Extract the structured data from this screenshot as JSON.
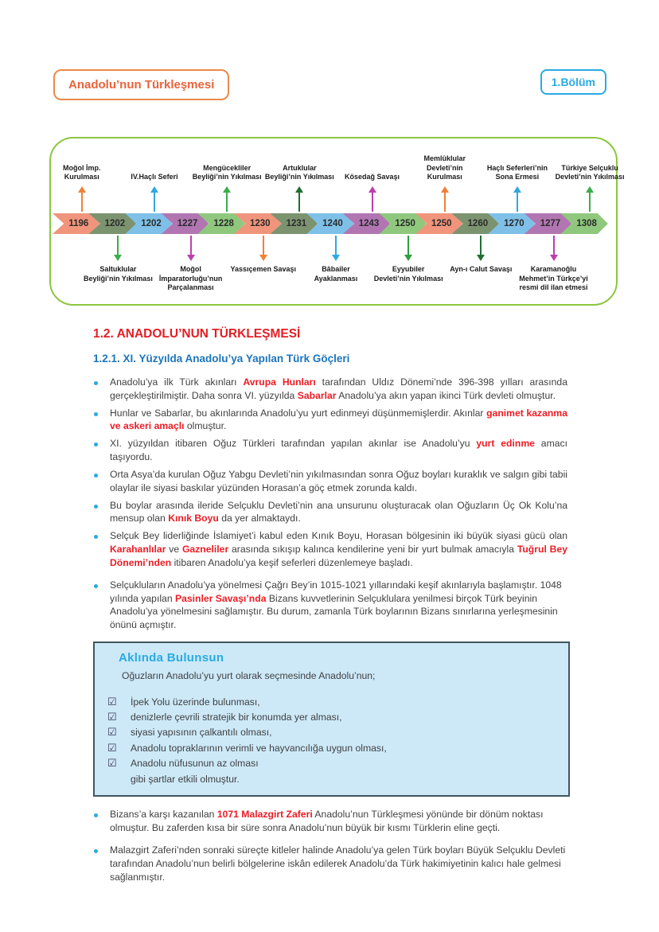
{
  "header": {
    "left_badge": "Anadolu’nun Türkleşmesi",
    "right_badge": "1.Bölüm"
  },
  "headings": {
    "h1": "1.2. ANADOLU’NUN TÜRKLEŞMESİ",
    "h2": "1.2.1. XI. Yüzyılda Anadolu’ya Yapılan Türk Göçleri"
  },
  "colors": {
    "accent_orange": "#E8633B",
    "accent_blue": "#29ABE2",
    "heading_red": "#E31E25",
    "heading_blue": "#1C75BC",
    "timeline_border_green": "#8CC63F",
    "infobox_bg": "#CDE9F8"
  },
  "timeline": {
    "events": [
      {
        "year": "1196",
        "color": "#F0947B",
        "side": "above",
        "label": "Moğol İmp. Kurulması",
        "arrow_color": "#F08038"
      },
      {
        "year": "1202",
        "color": "#7C9370",
        "side": "below",
        "label": "Saltuklular Beyliği’nin Yıkılması",
        "arrow_color": "#3AAE49"
      },
      {
        "year": "1202",
        "color": "#7EC0E8",
        "side": "above",
        "label": "IV.Haçlı Seferi",
        "arrow_color": "#2FA8E0"
      },
      {
        "year": "1227",
        "color": "#B176B2",
        "side": "below",
        "label": "Moğol İmparatorluğu’nun Parçalanması",
        "arrow_color": "#BC3FAE"
      },
      {
        "year": "1228",
        "color": "#8FC87D",
        "side": "above",
        "label": "Mengücekliler Beyliği’nin Yıkılması",
        "arrow_color": "#3AAE49"
      },
      {
        "year": "1230",
        "color": "#F0947B",
        "side": "below",
        "label": "Yassıçemen Savaşı",
        "arrow_color": "#F08038"
      },
      {
        "year": "1231",
        "color": "#7C9370",
        "side": "above",
        "label": "Artuklular Beyliği’nin Yıkılması",
        "arrow_color": "#1F6E33"
      },
      {
        "year": "1240",
        "color": "#7EC0E8",
        "side": "below",
        "label": "Bâbailer Ayaklanması",
        "arrow_color": "#2FA8E0"
      },
      {
        "year": "1243",
        "color": "#B176B2",
        "side": "above",
        "label": "Kösedağ Savaşı",
        "arrow_color": "#BC3FAE"
      },
      {
        "year": "1250",
        "color": "#8FC87D",
        "side": "below",
        "label": "Eyyubiler Devleti’nin Yıkılması",
        "arrow_color": "#2F9E41"
      },
      {
        "year": "1250",
        "color": "#F0947B",
        "side": "above",
        "label": "Memlûklular Devleti’nin Kurulması",
        "arrow_color": "#F08038"
      },
      {
        "year": "1260",
        "color": "#7C9370",
        "side": "below",
        "label": "Ayn-ı Calut Savaşı",
        "arrow_color": "#1F6E33"
      },
      {
        "year": "1270",
        "color": "#7EC0E8",
        "side": "above",
        "label": "Haçlı Seferleri’nin Sona Ermesi",
        "arrow_color": "#2FA8E0"
      },
      {
        "year": "1277",
        "color": "#B176B2",
        "side": "below",
        "label": "Karamanoğlu Mehmet’in Türkçe’yi resmi dil ilan etmesi",
        "arrow_color": "#BC3FAE"
      },
      {
        "year": "1308",
        "color": "#8FC87D",
        "side": "above",
        "label": "Türkiye Selçuklu Devleti’nin Yıkılması",
        "arrow_color": "#3AAE49"
      }
    ]
  },
  "bullets_top": [
    {
      "justify": true,
      "gap_top": false,
      "segs": [
        {
          "t": "Anadolu’ya ilk Türk akınları ",
          "red": false
        },
        {
          "t": "Avrupa Hunları",
          "red": true
        },
        {
          "t": " tarafından Uldız Dönemi’nde 396-398 yılları arasında gerçekleştirilmiştir. Daha sonra VI. yüzyılda ",
          "red": false
        },
        {
          "t": "Sabarlar",
          "red": true
        },
        {
          "t": " Anadolu’ya akın yapan ikinci Türk devleti olmuştur.",
          "red": false
        }
      ]
    },
    {
      "justify": true,
      "gap_top": false,
      "segs": [
        {
          "t": "Hunlar ve Sabarlar, bu akınlarında Anadolu’yu yurt edinmeyi düşünmemişlerdir. Akınlar ",
          "red": false
        },
        {
          "t": "ganimet kazanma ve askeri amaçlı",
          "red": true
        },
        {
          "t": " olmuştur.",
          "red": false
        }
      ]
    },
    {
      "justify": true,
      "gap_top": false,
      "segs": [
        {
          "t": "XI. yüzyıldan itibaren Oğuz Türkleri tarafından yapılan akınlar ise Anadolu’yu ",
          "red": false
        },
        {
          "t": "yurt edinme",
          "red": true
        },
        {
          "t": " amacı taşıyordu.",
          "red": false
        }
      ]
    },
    {
      "justify": true,
      "gap_top": false,
      "segs": [
        {
          "t": "Orta Asya’da kurulan Oğuz Yabgu Devleti’nin yıkılmasından sonra Oğuz boyları kuraklık ve salgın gibi tabii olaylar ile siyasi baskılar yüzünden Horasan’a göç etmek zorunda kaldı.",
          "red": false
        }
      ]
    },
    {
      "justify": true,
      "gap_top": false,
      "segs": [
        {
          "t": "Bu boylar arasında ileride Selçuklu Devleti’nin ana unsurunu oluşturacak olan Oğuzların Üç Ok Kolu’na mensup olan ",
          "red": false
        },
        {
          "t": "Kınık Boyu",
          "red": true
        },
        {
          "t": " da yer almaktaydı.",
          "red": false
        }
      ]
    },
    {
      "justify": true,
      "gap_top": false,
      "segs": [
        {
          "t": "Selçuk Bey liderliğinde İslamiyet’i kabul eden Kınık Boyu, Horasan bölgesinin iki büyük siyasi gücü olan ",
          "red": false
        },
        {
          "t": "Karahanlılar",
          "red": true
        },
        {
          "t": " ve ",
          "red": false
        },
        {
          "t": "Gazneliler",
          "red": true
        },
        {
          "t": " arasında sıkışıp kalınca kendilerine yeni bir yurt bulmak amacıyla ",
          "red": false
        },
        {
          "t": "Tuğrul Bey Dönemi’nden",
          "red": true
        },
        {
          "t": " itibaren Anadolu’ya keşif seferleri düzenlemeye başladı.",
          "red": false
        }
      ]
    },
    {
      "justify": false,
      "gap_top": true,
      "segs": [
        {
          "t": "Selçukluların Anadolu’ya yönelmesi Çağrı Bey’in 1015-1021 yıllarındaki keşif akınlarıyla başlamıştır. 1048 yılında yapılan ",
          "red": false
        },
        {
          "t": "Pasinler Savaşı’nda",
          "red": true
        },
        {
          "t": " Bizans kuvvetlerinin Selçuklulara yenilmesi birçok Türk beyinin Anadolu’ya yönelmesini sağlamıştır. Bu durum, zamanla Türk boylarının Bizans sınırlarına yerleşmesinin önünü açmıştır.",
          "red": false
        }
      ]
    }
  ],
  "infobox": {
    "title": "Aklında Bulunsun",
    "intro": "Oğuzların Anadolu’yu yurt olarak seçmesinde Anadolu’nun;",
    "checkbox_icon": "☑",
    "items": [
      "İpek Yolu üzerinde bulunması,",
      "denizlerle çevrili stratejik bir konumda yer alması,",
      "siyasi yapısının çalkantılı olması,",
      "Anadolu topraklarının verimli ve hayvancılığa uygun olması,",
      "Anadolu nüfusunun az olması"
    ],
    "outro": "gibi şartlar etkili olmuştur."
  },
  "bullets_bottom": [
    {
      "justify": false,
      "gap_top": false,
      "segs": [
        {
          "t": "Bizans’a karşı kazanılan ",
          "red": false
        },
        {
          "t": "1071 Malazgirt Zaferi",
          "red": true
        },
        {
          "t": " Anadolu’nun Türkleşmesi yönünde bir dönüm noktası olmuştur. Bu zaferden kısa bir süre sonra Anadolu’nun büyük bir kısmı Türklerin eline geçti.",
          "red": false
        }
      ]
    },
    {
      "justify": false,
      "gap_top": true,
      "segs": [
        {
          "t": "Malazgirt Zaferi’nden sonraki süreçte kitleler halinde Anadolu’ya gelen Türk boyları Büyük Selçuklu Devleti tarafından Anadolu’nun belirli bölgelerine iskân edilerek Anadolu’da Türk hakimiyetinin kalıcı hale gelmesi sağlanmıştır.",
          "red": false
        }
      ]
    }
  ]
}
